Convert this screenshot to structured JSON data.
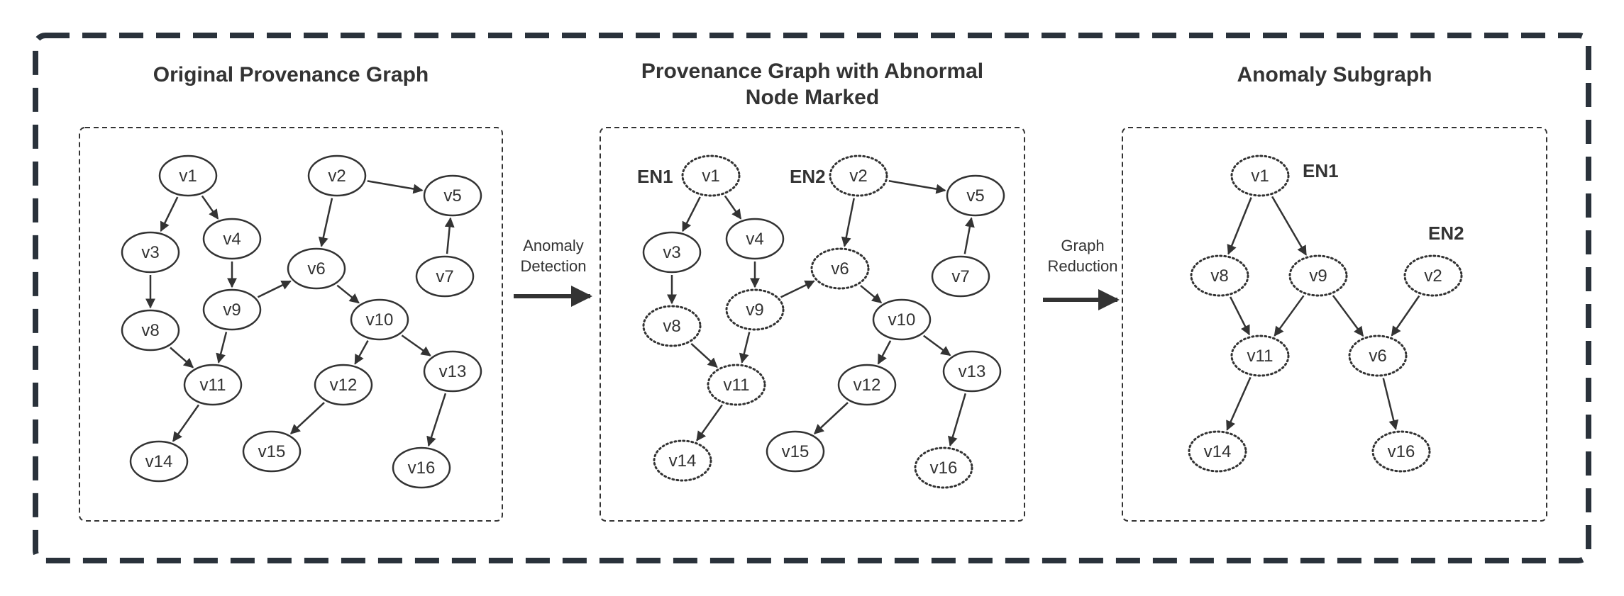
{
  "colors": {
    "stroke": "#333333",
    "outer_border": "#2a323b",
    "background": "#ffffff"
  },
  "panels": [
    {
      "title_lines": [
        "Original Provenance Graph"
      ],
      "nodes": [
        {
          "id": "v1",
          "label": "v1",
          "style": "solid"
        },
        {
          "id": "v2",
          "label": "v2",
          "style": "solid"
        },
        {
          "id": "v3",
          "label": "v3",
          "style": "solid"
        },
        {
          "id": "v4",
          "label": "v4",
          "style": "solid"
        },
        {
          "id": "v5",
          "label": "v5",
          "style": "solid"
        },
        {
          "id": "v6",
          "label": "v6",
          "style": "solid"
        },
        {
          "id": "v7",
          "label": "v7",
          "style": "solid"
        },
        {
          "id": "v8",
          "label": "v8",
          "style": "solid"
        },
        {
          "id": "v9",
          "label": "v9",
          "style": "solid"
        },
        {
          "id": "v10",
          "label": "v10",
          "style": "solid"
        },
        {
          "id": "v11",
          "label": "v11",
          "style": "solid"
        },
        {
          "id": "v12",
          "label": "v12",
          "style": "solid"
        },
        {
          "id": "v13",
          "label": "v13",
          "style": "solid"
        },
        {
          "id": "v14",
          "label": "v14",
          "style": "solid"
        },
        {
          "id": "v15",
          "label": "v15",
          "style": "solid"
        },
        {
          "id": "v16",
          "label": "v16",
          "style": "solid"
        }
      ],
      "edges": [
        [
          "v1",
          "v3"
        ],
        [
          "v1",
          "v4"
        ],
        [
          "v3",
          "v8"
        ],
        [
          "v4",
          "v9"
        ],
        [
          "v8",
          "v11"
        ],
        [
          "v9",
          "v11"
        ],
        [
          "v9",
          "v6"
        ],
        [
          "v2",
          "v6"
        ],
        [
          "v2",
          "v5"
        ],
        [
          "v7",
          "v5"
        ],
        [
          "v6",
          "v10"
        ],
        [
          "v10",
          "v12"
        ],
        [
          "v10",
          "v13"
        ],
        [
          "v12",
          "v15"
        ],
        [
          "v13",
          "v16"
        ],
        [
          "v11",
          "v14"
        ]
      ],
      "entry_labels": []
    },
    {
      "title_lines": [
        "Provenance Graph with Abnormal",
        "Node Marked"
      ],
      "nodes": [
        {
          "id": "v1",
          "label": "v1",
          "style": "dotted"
        },
        {
          "id": "v2",
          "label": "v2",
          "style": "dotted"
        },
        {
          "id": "v3",
          "label": "v3",
          "style": "solid"
        },
        {
          "id": "v4",
          "label": "v4",
          "style": "solid"
        },
        {
          "id": "v5",
          "label": "v5",
          "style": "solid"
        },
        {
          "id": "v6",
          "label": "v6",
          "style": "dotted"
        },
        {
          "id": "v7",
          "label": "v7",
          "style": "solid"
        },
        {
          "id": "v8",
          "label": "v8",
          "style": "dotted"
        },
        {
          "id": "v9",
          "label": "v9",
          "style": "dotted"
        },
        {
          "id": "v10",
          "label": "v10",
          "style": "solid"
        },
        {
          "id": "v11",
          "label": "v11",
          "style": "dotted"
        },
        {
          "id": "v12",
          "label": "v12",
          "style": "solid"
        },
        {
          "id": "v13",
          "label": "v13",
          "style": "solid"
        },
        {
          "id": "v14",
          "label": "v14",
          "style": "dotted"
        },
        {
          "id": "v15",
          "label": "v15",
          "style": "solid"
        },
        {
          "id": "v16",
          "label": "v16",
          "style": "dotted"
        }
      ],
      "edges": [
        [
          "v1",
          "v3"
        ],
        [
          "v1",
          "v4"
        ],
        [
          "v3",
          "v8"
        ],
        [
          "v4",
          "v9"
        ],
        [
          "v8",
          "v11"
        ],
        [
          "v9",
          "v11"
        ],
        [
          "v9",
          "v6"
        ],
        [
          "v2",
          "v6"
        ],
        [
          "v2",
          "v5"
        ],
        [
          "v7",
          "v5"
        ],
        [
          "v6",
          "v10"
        ],
        [
          "v10",
          "v12"
        ],
        [
          "v10",
          "v13"
        ],
        [
          "v12",
          "v15"
        ],
        [
          "v13",
          "v16"
        ],
        [
          "v11",
          "v14"
        ]
      ],
      "entry_labels": [
        {
          "text": "EN1",
          "node": "v1"
        },
        {
          "text": "EN2",
          "node": "v2"
        }
      ]
    },
    {
      "title_lines": [
        "Anomaly Subgraph"
      ],
      "nodes": [
        {
          "id": "v1",
          "label": "v1",
          "style": "dotted"
        },
        {
          "id": "v8",
          "label": "v8",
          "style": "dotted"
        },
        {
          "id": "v9",
          "label": "v9",
          "style": "dotted"
        },
        {
          "id": "v2",
          "label": "v2",
          "style": "dotted"
        },
        {
          "id": "v11",
          "label": "v11",
          "style": "dotted"
        },
        {
          "id": "v6",
          "label": "v6",
          "style": "dotted"
        },
        {
          "id": "v14",
          "label": "v14",
          "style": "dotted"
        },
        {
          "id": "v16",
          "label": "v16",
          "style": "dotted"
        }
      ],
      "edges": [
        [
          "v1",
          "v8"
        ],
        [
          "v1",
          "v9"
        ],
        [
          "v8",
          "v11"
        ],
        [
          "v9",
          "v11"
        ],
        [
          "v9",
          "v6"
        ],
        [
          "v2",
          "v6"
        ],
        [
          "v11",
          "v14"
        ],
        [
          "v6",
          "v16"
        ]
      ],
      "entry_labels": [
        {
          "text": "EN1",
          "node": "v1"
        },
        {
          "text": "EN2",
          "node": "v2"
        }
      ]
    }
  ],
  "transitions": [
    {
      "label_lines": [
        "Anomaly",
        "Detection"
      ]
    },
    {
      "label_lines": [
        "Graph",
        "Reduction"
      ]
    }
  ]
}
